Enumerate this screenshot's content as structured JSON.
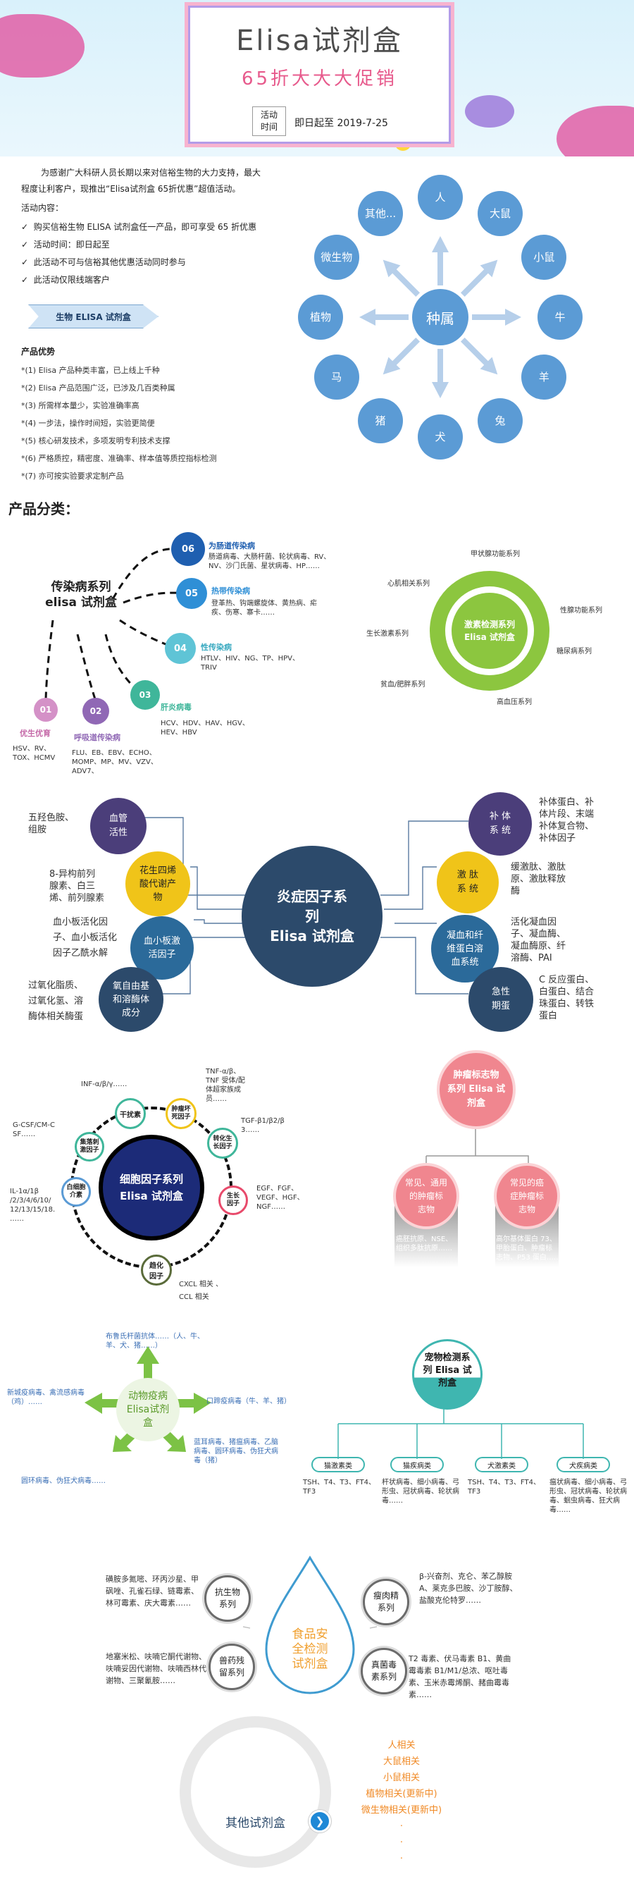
{
  "banner": {
    "title": "Elisa试剂盒",
    "subtitle": "65折大大大促销",
    "badge": "活动\n时间",
    "date_text": "即日起至  2019-7-25"
  },
  "intro": {
    "paragraph": "为感谢广大科研人员长期以来对信裕生物的大力支持，最大程度让利客户，现推出“Elisa试剂盒 65折优惠”超值活动。",
    "content_label": "活动内容：",
    "items": [
      "购买信裕生物 ELISA 试剂盒任一产品，即可享受 65 折优惠",
      "活动时间：即日起至",
      "此活动不可与信裕其他优惠活动同时参与",
      "此活动仅限线端客户"
    ],
    "check": "✓",
    "ribbon": "生物 ELISA  试剂盒",
    "adv_title": "产品优势",
    "advantages": [
      "*(1)  Elisa 产品种类丰富，已上线上千种",
      "*(2)  Elisa 产品范围广泛，已涉及几百类种属",
      "*(3)  所需样本量少，实验准确率高",
      "*(4)  一步法，操作时间短，实验更简便",
      "*(5)  核心研发技术，多项发明专利技术支撑",
      "*(6)  严格质控，精密度、准确率、样本值等质控指标检测",
      "*(7)  亦可按实验要求定制产品"
    ]
  },
  "species": {
    "center": "种属",
    "items": [
      "人",
      "大鼠",
      "小鼠",
      "牛",
      "羊",
      "兔",
      "犬",
      "猪",
      "马",
      "植物",
      "微生物",
      "其他..."
    ]
  },
  "category_heading": "产品分类：",
  "infection": {
    "title": "传染病系列\nelisa 试剂盒",
    "nodes": [
      {
        "num": "06",
        "label": "为肠道传染病",
        "desc": "肠道病毒、大肠杆菌、轮状病毒、RV、NV、沙门氏菌、星状病毒、HP……"
      },
      {
        "num": "05",
        "label": "热带传染病",
        "desc": "登革热、钩端螺旋体、黄热病、疟疾、伤寒、寨卡……"
      },
      {
        "num": "04",
        "label": "性传染病",
        "desc": "HTLV、HIV、NG、TP、HPV、TRIV"
      },
      {
        "num": "03",
        "label": "肝炎病毒",
        "desc": "HCV、HDV、HAV、HGV、HEV、HBV"
      },
      {
        "num": "02",
        "label": "呼吸道传染病",
        "desc": "FLU、EB、EBV、ECHO、MOMP、MP、MV、VZV、ADV7、"
      },
      {
        "num": "01",
        "label": "优生优育",
        "desc": "HSV、RV、TOX、HCMV"
      }
    ]
  },
  "hormone": {
    "center": "激素检测系列\nElisa 试剂盒",
    "items": [
      "甲状腺功能系列",
      "性腺功能系列",
      "糖尿病系列",
      "高血压系列",
      "贫血/肥胖系列",
      "生长激素系列",
      "心肌相关系列"
    ]
  },
  "inflammation": {
    "center": "炎症因子系\n列\nElisa  试剂盒",
    "left_nodes": [
      {
        "label": "血管\n活性",
        "desc": "五羟色胺、\n组胺"
      },
      {
        "label": "花生四烯\n酸代谢产\n物",
        "desc": "8-异构前列\n腺素、白三\n烯、前列腺素"
      },
      {
        "label": "血小板激\n活因子",
        "desc": "血小板活化因\n子、血小板活化\n因子乙酰水解"
      },
      {
        "label": "氧自由基\n和溶酶体\n成分",
        "desc": "过氧化脂质、\n过氧化氢、溶\n酶体相关酶蛋"
      }
    ],
    "right_nodes": [
      {
        "label": "补 体\n系 统",
        "desc": "补体蛋白、补\n体片段、末端\n补体复合物、\n补体因子"
      },
      {
        "label": "激 肽\n系 统",
        "desc": "缓激肽、激肽\n原、激肽释放\n酶"
      },
      {
        "label": "凝血和纤\n维蛋白溶\n血系统",
        "desc": "活化凝血因\n子、凝血酶、\n凝血酶原、纤\n溶酶、PAI"
      },
      {
        "label": "急性\n期蛋",
        "desc": "C 反应蛋白、\n白蛋白、结合\n珠蛋白、转铁\n蛋白"
      }
    ]
  },
  "cytokine": {
    "center": "细胞因子系列\nElisa 试剂盒",
    "nodes": [
      {
        "label": "干扰素",
        "desc": "INF-α/β/γ……"
      },
      {
        "label": "肿瘤坏\n死因子",
        "desc": "TNF-α/β、\nTNF 受体/配\n体超家族成\n员……"
      },
      {
        "label": "转化生\n长因子",
        "desc": "TGF-β1/β2/β\n3……"
      },
      {
        "label": "生长\n因子",
        "desc": "EGF、FGF、\nVEGF、HGF、\nNGF……"
      },
      {
        "label": "趋化\n因子",
        "desc": "CXCL  相关 、\nCCL  相关"
      },
      {
        "label": "白细胞\n介素",
        "desc": "IL-1α/1β\n/2/3/4/6/10/\n12/13/15/18.\n……"
      },
      {
        "label": "集落刺\n激因子",
        "desc": "G-CSF/CM-C\nSF……"
      }
    ]
  },
  "tumor": {
    "center": "肿瘤标志物\n系列 Elisa 试\n剂盒",
    "left": {
      "label": "常见、通用\n的肿瘤标\n志物",
      "desc": "癌胚抗原、NSE、\n组织多肽抗原……"
    },
    "right": {
      "label": "常见的癌\n症肿瘤标\n志物",
      "desc": "高尔基体蛋白 73、\n甲胎蛋白、肿瘤标\n志物、P53 蛋白……"
    }
  },
  "animal": {
    "center": "动物疫病\nElisa试剂\n盒",
    "items": [
      "布鲁氏杆菌抗体……（人、牛、羊、犬、猪……）",
      "口蹄疫病毒（牛、羊、猪）",
      "蓝耳病毒、猪瘟病毒、乙脑病毒、圆环病毒、伪狂犬病毒（猪）",
      "圆环病毒、伪狂犬病毒……",
      "新城疫病毒、禽流感病毒（鸡）……"
    ]
  },
  "pet": {
    "center": "宠物检测系\n列 Elisa 试\n剂盒",
    "cats": [
      {
        "label": "猫激素类",
        "desc": "TSH、T4、T3、FT4、TF3"
      },
      {
        "label": "猫疾病类",
        "desc": "杆状病毒、细小病毒、弓形虫、冠状病毒、轮状病毒……"
      },
      {
        "label": "犬激素类",
        "desc": "TSH、T4、T3、FT4、TF3"
      },
      {
        "label": "犬疾病类",
        "desc": "瘟状病毒、细小病毒、弓形虫、冠状病毒、轮状病毒、蛔虫病毒、狂犬病毒……"
      }
    ]
  },
  "food": {
    "center": "食品安\n全检测\n试剂盒",
    "nodes": [
      {
        "label": "抗生物\n系列",
        "desc": "磺胺多氮嘧、环丙沙星、甲砜唑、孔雀石绿、链霉素、林可霉素、庆大霉素……"
      },
      {
        "label": "瘦肉精\n系列",
        "desc": "β-兴奋剂、克仑、苯乙醇胺 A、莱克多巴胺、沙丁胺醇、盐酸克伦特罗……"
      },
      {
        "label": "兽药残\n留系列",
        "desc": "地塞米松、呋喃它酮代谢物、呋喃妥因代谢物、呋喃西林代谢物、三聚氰胺……"
      },
      {
        "label": "真菌毒\n素系列",
        "desc": "T2 毒素、伏马毒素 B1、黄曲霉毒素 B1/M1/总浓、呕吐毒素、玉米赤霉烯酮、赭曲霉毒素……"
      }
    ]
  },
  "other": {
    "center": "其他试剂盒",
    "arrow": "❯",
    "items": [
      "人相关",
      "大鼠相关",
      "小鼠相关",
      "植物相关(更新中)",
      "微生物相关(更新中)"
    ],
    "dots": [
      "·",
      "·",
      "·"
    ]
  },
  "colors": {
    "species_blue": "#5b9bd5",
    "dark_navy": "#2c4a6b",
    "green": "#8cc63f",
    "teal": "#3fb6b0",
    "pink": "#f0868f",
    "orange": "#f39c2a"
  }
}
